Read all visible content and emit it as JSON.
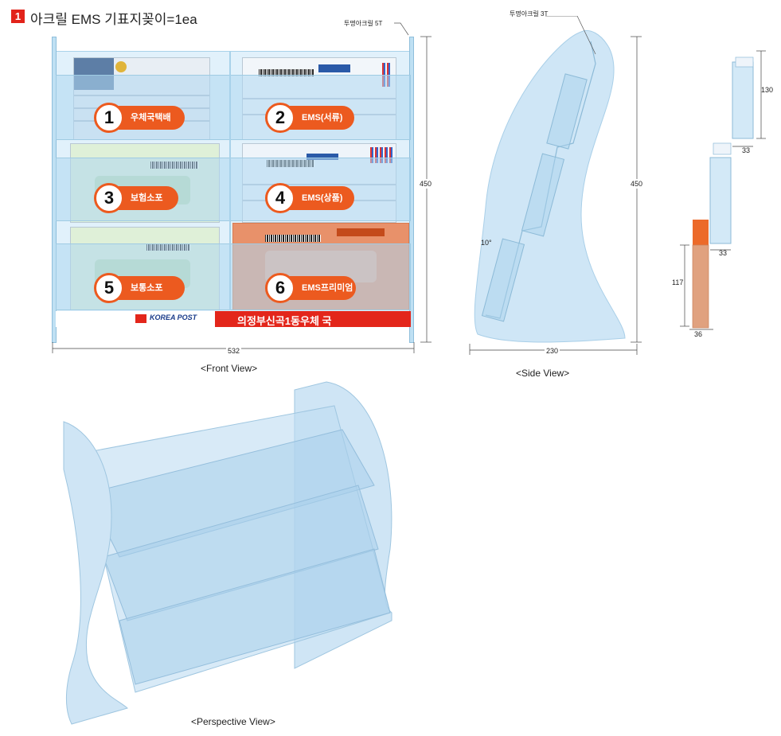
{
  "title": {
    "number": "1",
    "text": "아크릴 EMS 기표지꽂이=1ea"
  },
  "notes": {
    "front_material": "투명아크릴 5T",
    "side_material": "투명아크릴 3T"
  },
  "front_view": {
    "label": "<Front View>",
    "width_dim": "532",
    "height_dim": "450",
    "badges": [
      {
        "num": "1",
        "label": "우체국택배"
      },
      {
        "num": "2",
        "label": "EMS(서류)"
      },
      {
        "num": "3",
        "label": "보험소포"
      },
      {
        "num": "4",
        "label": "EMS(상품)"
      },
      {
        "num": "5",
        "label": "보통소포"
      },
      {
        "num": "6",
        "label": "EMS프리미엄"
      }
    ],
    "korea_post_logo": "KOREA POST",
    "post_office_name": "의정부신곡1동우체 국"
  },
  "side_view": {
    "label": "<Side View>",
    "width_dim": "230",
    "height_dim": "450",
    "angle": "10°"
  },
  "detail_dims": {
    "top_height": "130",
    "top_depth": "33",
    "mid_depth": "33",
    "bottom_height": "117",
    "bottom_depth": "36"
  },
  "perspective_view": {
    "label": "<Perspective View>"
  },
  "colors": {
    "accent": "#ec5a1f",
    "acrylic": "#b7daf0",
    "brand_red": "#e3261b",
    "brand_blue": "#1a3b8a"
  }
}
